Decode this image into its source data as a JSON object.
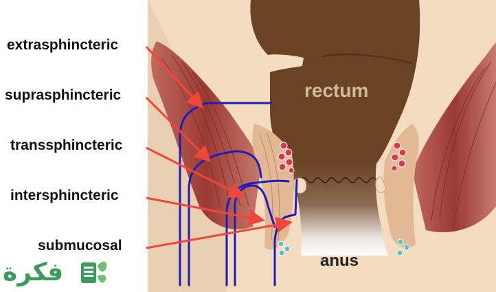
{
  "labels": {
    "extrasphincteric": "extrasphincteric",
    "suprasphincteric": "suprasphincteric",
    "transsphincteric": "transsphincteric",
    "intersphincteric": "intersphincteric",
    "submucosal": "submucosal"
  },
  "organs": {
    "rectum": "rectum",
    "anus": "anus"
  },
  "watermark_text": "فكرة",
  "colors": {
    "background": "#ffffff",
    "skin": "#f3dcc0",
    "rectum": "#6a4224",
    "muscle": "#9a3a33",
    "fistula_tract": "#1d1dbb",
    "arrow": "#f0473a",
    "gland": "#d23a4a",
    "crypt": "#5ec0c4",
    "rectum_label": "#d6b89c",
    "anus_label": "#222222",
    "watermark": "#3c9b5c"
  }
}
